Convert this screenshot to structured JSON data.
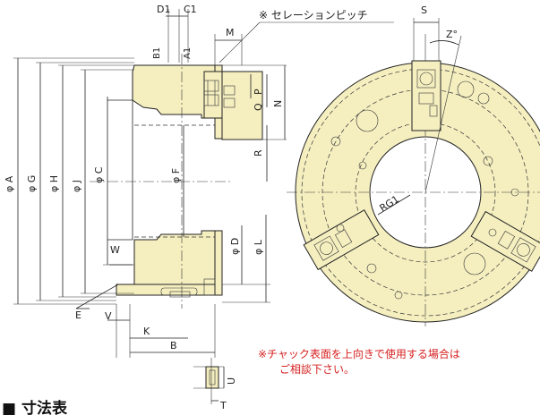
{
  "labels": {
    "D1": "D1",
    "C1": "C1",
    "M": "M",
    "B1": "B1",
    "A1": "A1",
    "serration_note": "※ セレーションピッチ",
    "S": "S",
    "Z": "Z°",
    "phiA": "φ A",
    "phiG": "φ G",
    "phiH": "φ H",
    "phiJ": "φ J",
    "phiC": "φ C",
    "phiF": "φ F",
    "phiD": "φ D",
    "phiL": "φ L",
    "P": "P",
    "Q": "Q",
    "N": "N",
    "R": "R",
    "W": "W",
    "E": "E",
    "V": "V",
    "K": "K",
    "B": "B",
    "U": "U",
    "T": "T",
    "RG1": "RG1"
  },
  "note_line1": "※チャック表面を上向きで使用する場合は",
  "note_line2": "ご相談下さい。",
  "bottom_title": "■ 寸法表",
  "colors": {
    "body": "#f5efc0",
    "note": "#d62020",
    "line": "#222222"
  }
}
